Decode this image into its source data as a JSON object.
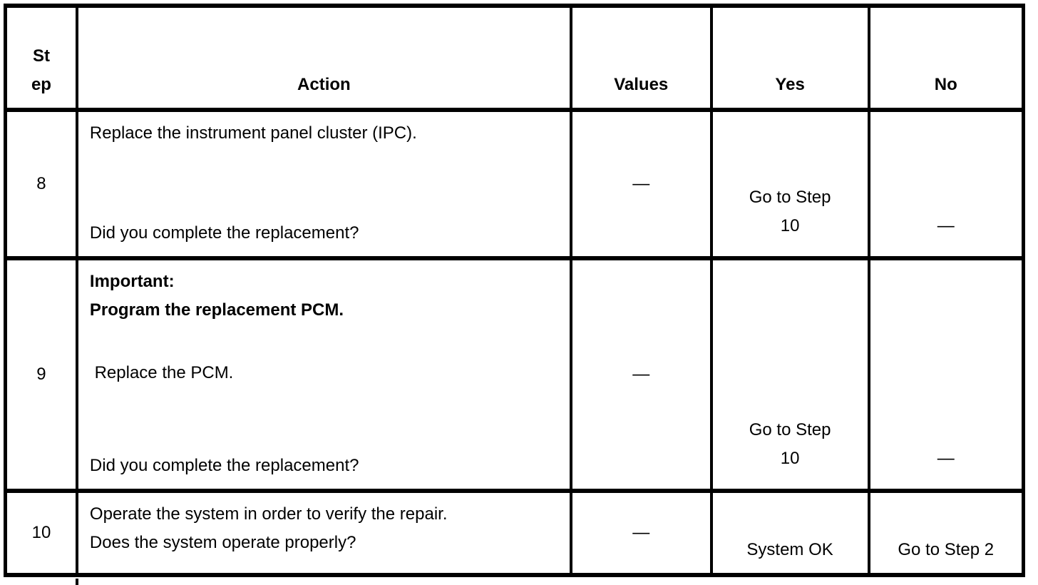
{
  "table": {
    "headers": {
      "step": "St\nep",
      "action": "Action",
      "values": "Values",
      "yes": "Yes",
      "no": "No"
    },
    "rows": [
      {
        "step": "8",
        "action_blocks": [
          {
            "text": "Replace the instrument panel cluster (IPC).",
            "bold": false
          },
          {
            "text": "Did you complete the replacement?",
            "bold": false
          }
        ],
        "values": "—",
        "yes": "Go to Step 10",
        "no": "—"
      },
      {
        "step": "9",
        "action_blocks": [
          {
            "text": "Important:\nProgram the replacement PCM.",
            "bold": true
          },
          {
            "text": " Replace the PCM.",
            "bold": false
          },
          {
            "text": "Did you complete the replacement?",
            "bold": false
          }
        ],
        "values": "—",
        "yes": "Go to Step 10",
        "no": "—"
      },
      {
        "step": "10",
        "action_blocks": [
          {
            "text": "Operate the system in order to verify the repair.\nDoes the system operate properly?",
            "bold": false
          }
        ],
        "values": "—",
        "yes": "System OK",
        "no": "Go to Step 2"
      }
    ],
    "colors": {
      "border": "#000000",
      "background": "#ffffff",
      "text": "#000000"
    }
  }
}
